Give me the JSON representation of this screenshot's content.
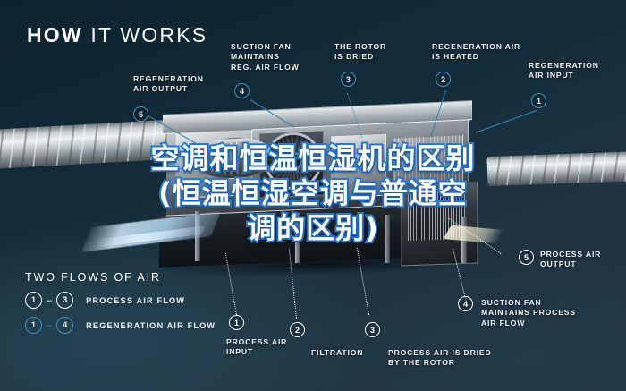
{
  "header": {
    "title_bold": "HOW",
    "title_light": " IT WORKS"
  },
  "overlay": {
    "line1": "空调和恒温恒湿机的区别",
    "line2": "(恒温恒湿空调与普通空",
    "line3": "调的区别)",
    "text_color": "#ffffff",
    "stroke_color": "#2a7ede"
  },
  "colors": {
    "background_dark": "#0c2230",
    "background_mid": "#1d3342",
    "accent_blue": "#3a90c2",
    "text_white": "#eef3f6"
  },
  "callouts": [
    {
      "id": "regeneration-air-output",
      "number": "5",
      "label": "REGENERATION\nAIR OUTPUT",
      "style": "blue"
    },
    {
      "id": "suction-fan-reg",
      "number": "4",
      "label": "SUCTION FAN\nMAINTAINS\nREG. AIR FLOW",
      "style": "blue"
    },
    {
      "id": "rotor-is-dried",
      "number": "3",
      "label": "THE ROTOR\nIS DRIED",
      "style": "blue"
    },
    {
      "id": "regeneration-air-heated",
      "number": "2",
      "label": "REGENERATION AIR\nIS HEATED",
      "style": "blue"
    },
    {
      "id": "regeneration-air-input",
      "number": "1",
      "label": "REGENERATION\nAIR INPUT",
      "style": "blue"
    },
    {
      "id": "process-air-output",
      "number": "5",
      "label": "PROCESS AIR\nOUTPUT",
      "style": "white"
    },
    {
      "id": "process-air-input",
      "number": "1",
      "label": "PROCESS AIR\nINPUT",
      "style": "white"
    },
    {
      "id": "filtration",
      "number": "2",
      "label": "FILTRATION",
      "style": "white"
    },
    {
      "id": "process-air-dried",
      "number": "3",
      "label": "PROCESS AIR IS DRIED\nBY THE ROTOR",
      "style": "white"
    },
    {
      "id": "suction-fan-process",
      "number": "4",
      "label": "SUCTION FAN\nMAINTAINS PROCESS\nAIR FLOW",
      "style": "white"
    }
  ],
  "legend": {
    "title": "TWO FLOWS OF AIR",
    "rows": [
      {
        "from": "1",
        "to": "3",
        "dash": "–",
        "label": "PROCESS AIR FLOW",
        "style": "white"
      },
      {
        "from": "1",
        "to": "4",
        "dash": "–",
        "label": "REGENERATION AIR FLOW",
        "style": "blue"
      }
    ]
  }
}
